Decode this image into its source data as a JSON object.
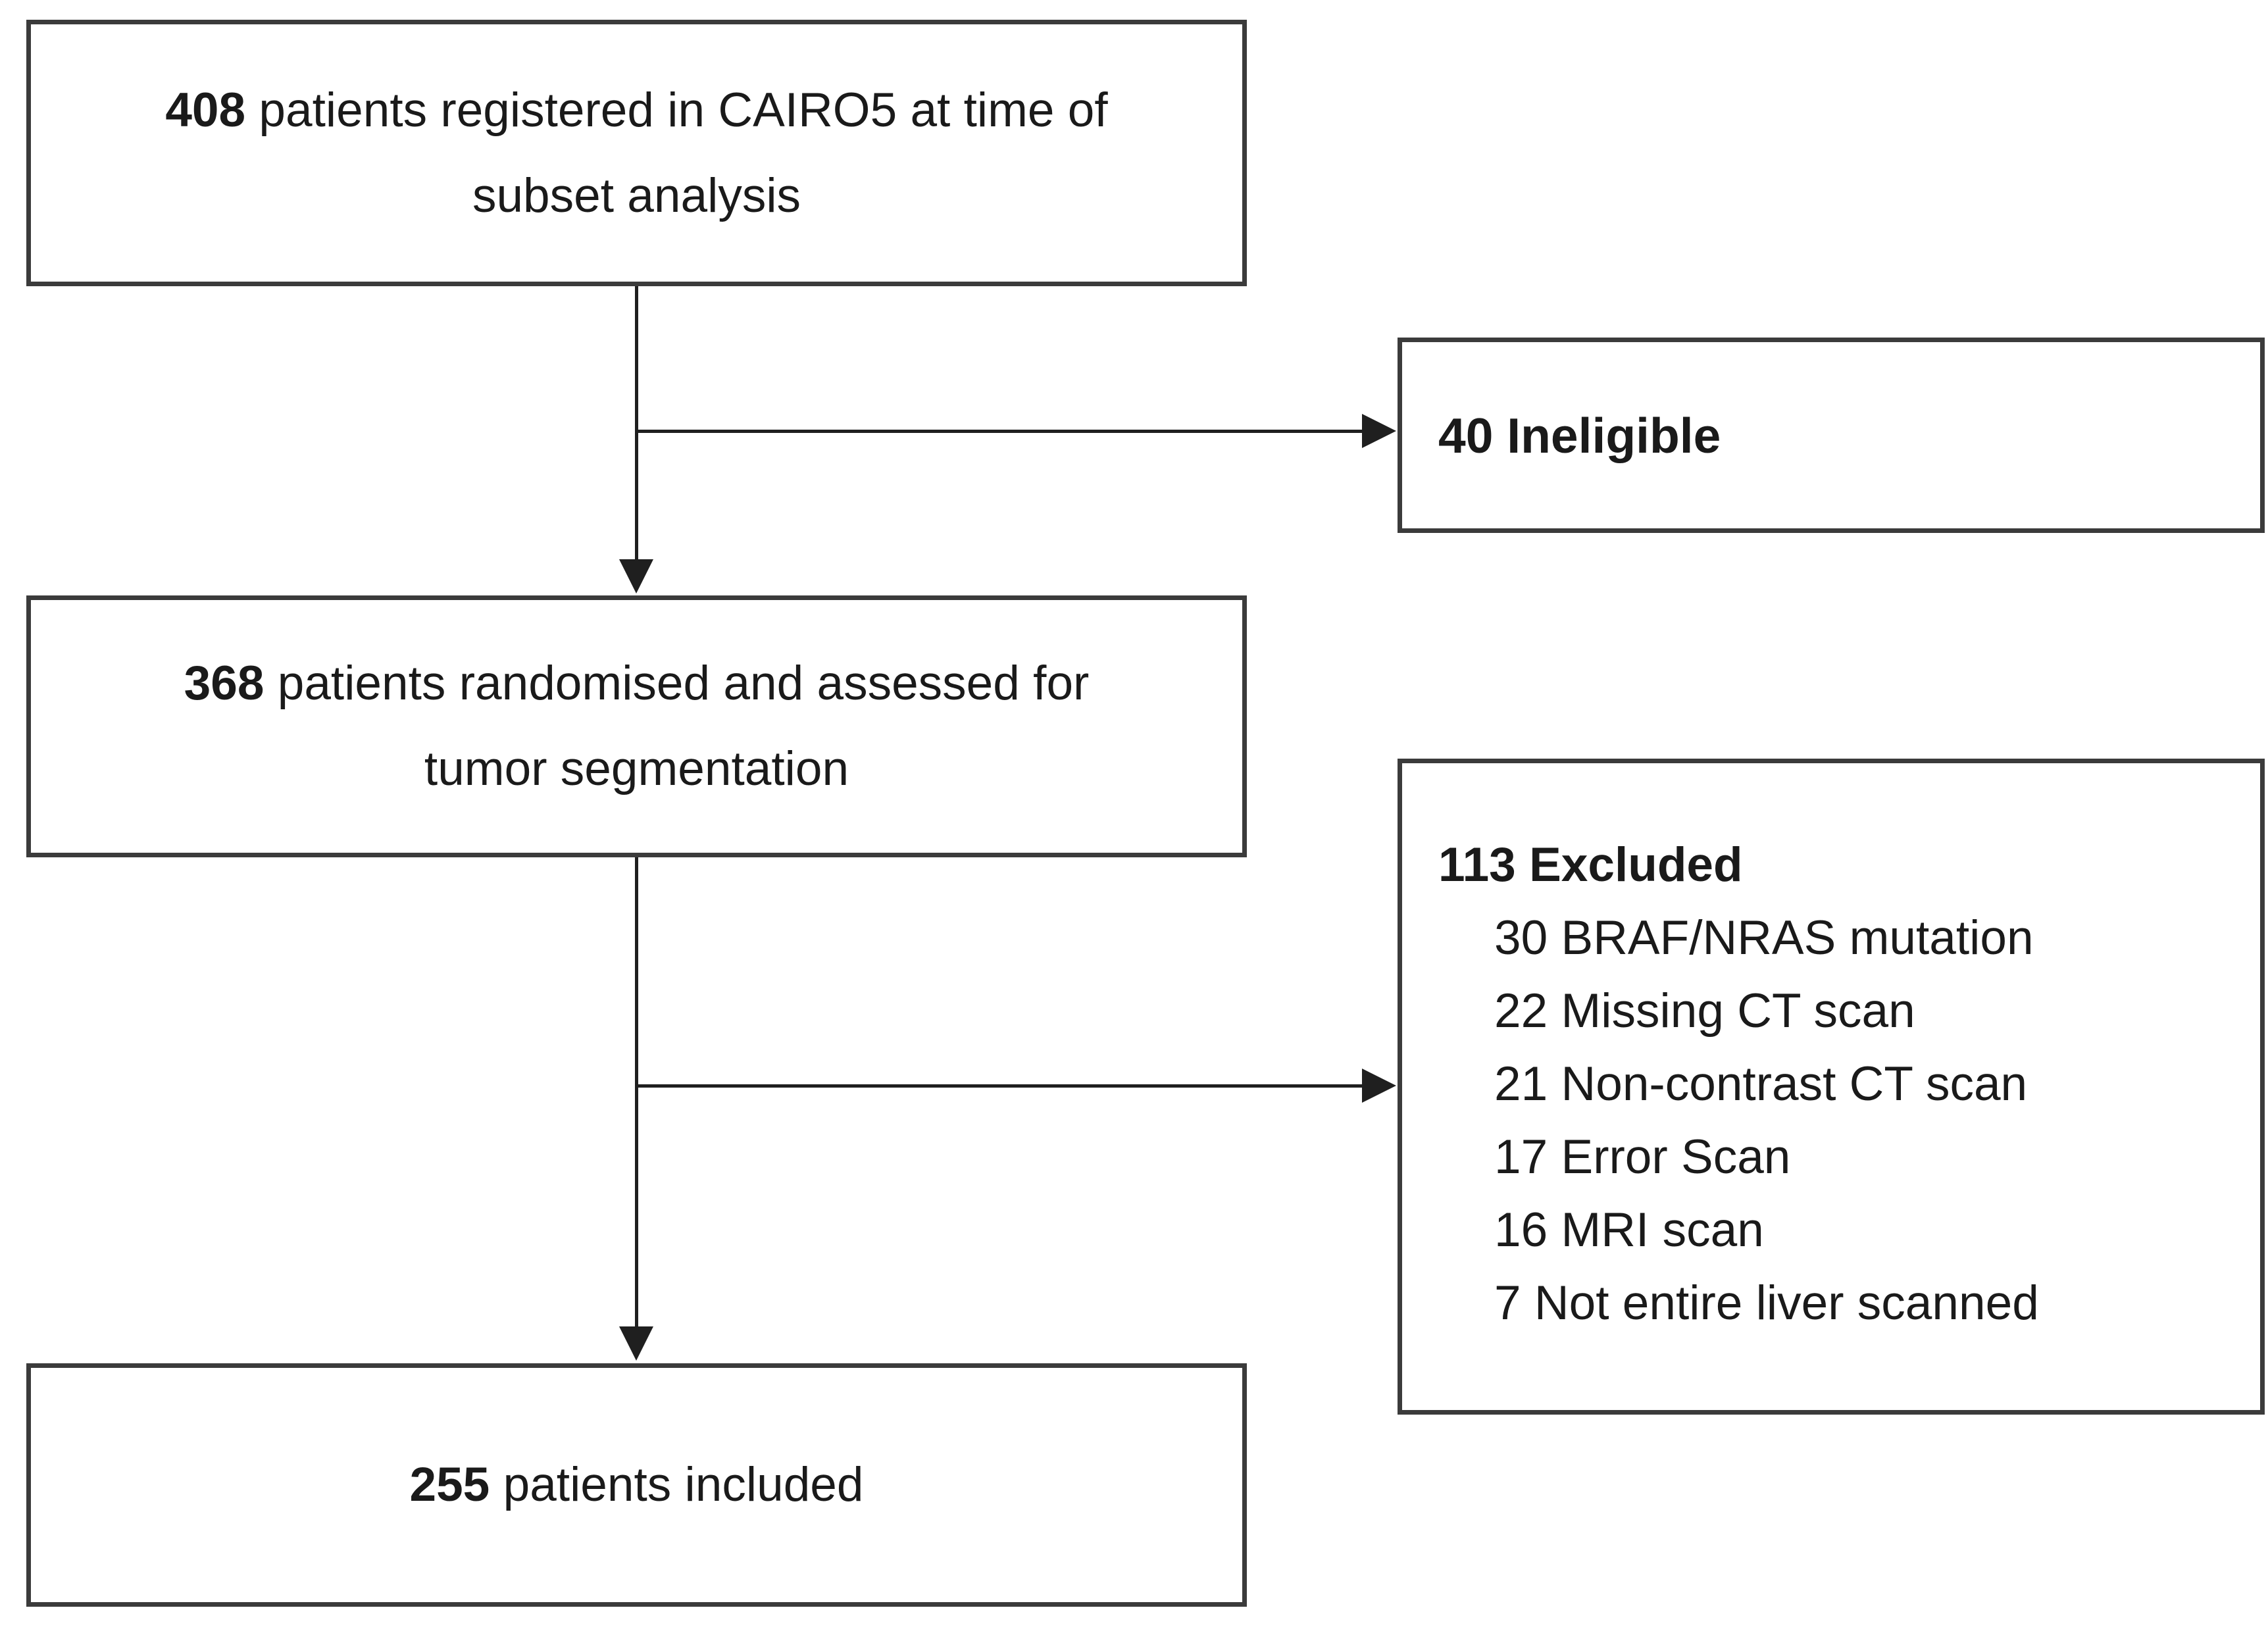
{
  "colors": {
    "background": "#ffffff",
    "border": "#3b3b3b",
    "line": "#1f1f1f",
    "text": "#1a1a1a"
  },
  "boxes": {
    "registered": {
      "count": "408",
      "line1": "patients registered in CAIRO5 at time of",
      "line2": "subset analysis"
    },
    "ineligible": {
      "count": "40",
      "label": "Ineligible"
    },
    "randomised": {
      "count": "368",
      "line1": "patients randomised and assessed for",
      "line2": "tumor segmentation"
    },
    "excluded": {
      "count": "113",
      "label": "Excluded",
      "items": [
        {
          "count": "30",
          "label": "BRAF/NRAS mutation"
        },
        {
          "count": "22",
          "label": "Missing CT scan"
        },
        {
          "count": "21",
          "label": "Non-contrast CT scan"
        },
        {
          "count": "17",
          "label": "Error Scan"
        },
        {
          "count": "16",
          "label": "MRI scan"
        },
        {
          "count": "7",
          "label": "Not entire liver scanned"
        }
      ]
    },
    "included": {
      "count": "255",
      "label": "patients included"
    }
  }
}
